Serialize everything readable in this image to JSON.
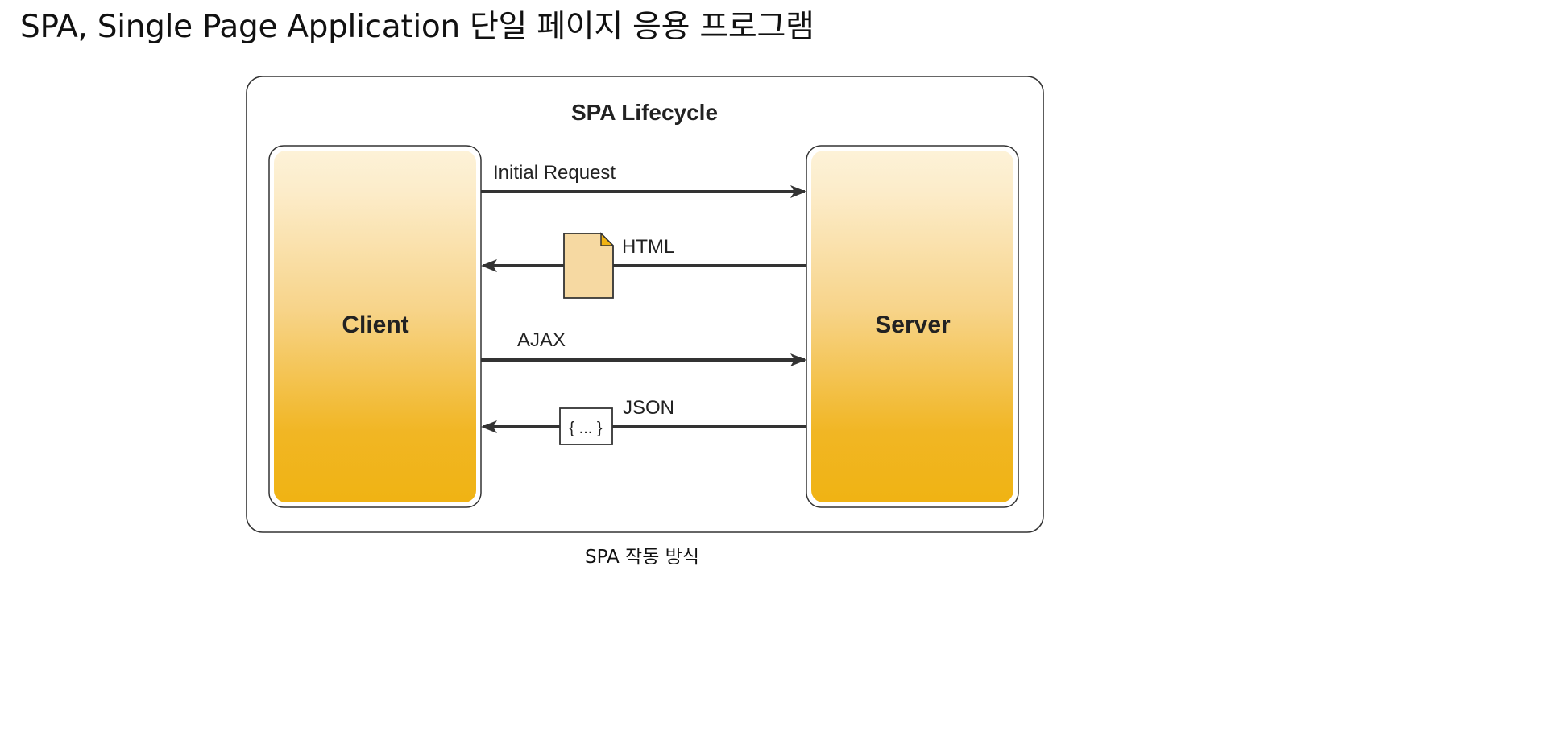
{
  "page": {
    "title": "SPA, Single Page Application 단일 페이지 응용 프로그램",
    "caption": "SPA 작동 방식"
  },
  "diagram": {
    "title": "SPA Lifecycle",
    "client_label": "Client",
    "server_label": "Server",
    "arrows": [
      {
        "label": "Initial Request",
        "direction": "to-server"
      },
      {
        "label": "HTML",
        "direction": "to-client",
        "icon": "document-icon"
      },
      {
        "label": "AJAX",
        "direction": "to-server"
      },
      {
        "label": "JSON",
        "direction": "to-client",
        "icon": "json-braces-icon",
        "icon_text": "{ ... }"
      }
    ],
    "colors": {
      "box_light": "#fdf0d2",
      "box_dark": "#f0b313",
      "line": "#333333",
      "document_fill": "#f6d9a2",
      "document_fold": "#f0b313"
    }
  }
}
